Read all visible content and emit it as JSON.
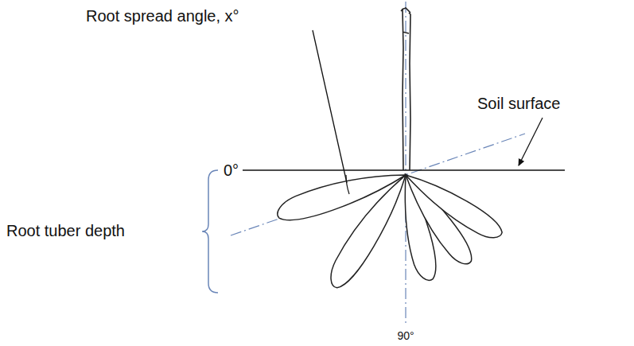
{
  "diagram": {
    "labels": [
      "Root spread angle, x°",
      "Soil surface",
      "0°",
      "90°",
      "Root tuber depth"
    ]
  }
}
